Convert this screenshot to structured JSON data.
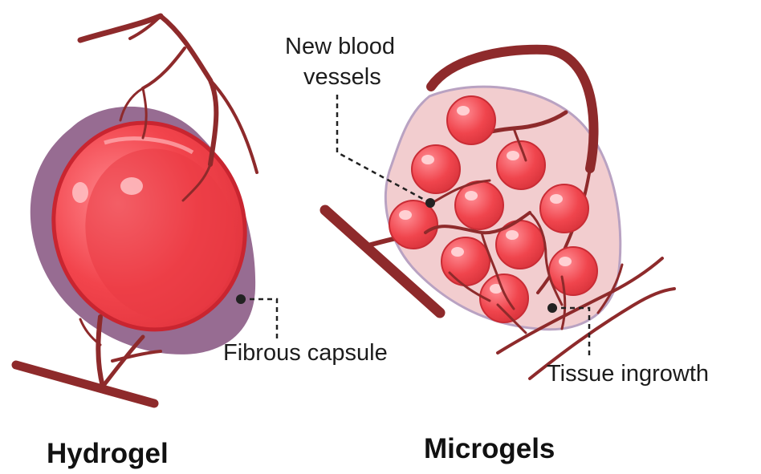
{
  "labels": {
    "new_blood_line1": "New blood",
    "new_blood_line2": "vessels",
    "fibrous_capsule": "Fibrous capsule",
    "tissue_ingrowth": "Tissue ingrowth"
  },
  "titles": {
    "hydrogel": "Hydrogel",
    "microgels": "Microgels"
  },
  "colors": {
    "vessel": "#8e2a2b",
    "vessel_light": "#a53a3a",
    "capsule": "#8c5c86",
    "gel_red": "#f0434a",
    "gel_light": "#f9707a",
    "matrix": "#f2cdcf",
    "matrix_border": "#b9a2c2",
    "leader": "#222222"
  }
}
